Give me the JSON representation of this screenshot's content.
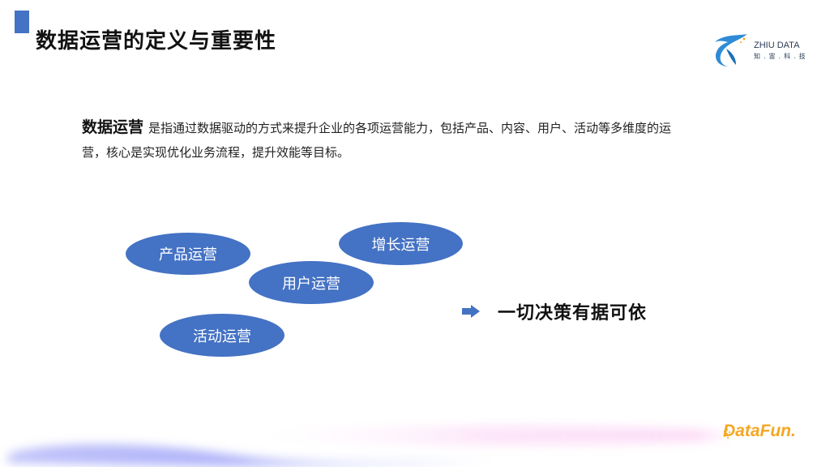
{
  "header": {
    "title": "数据运营的定义与重要性",
    "accent_color": "#4472c4"
  },
  "logo": {
    "name": "ZHIU DATA",
    "subtitle": "知.宙.科.技",
    "icon": "zhiu-logo-icon"
  },
  "intro": {
    "keyword": "数据运营",
    "text": "是指通过数据驱动的方式来提升企业的各项运营能力，包括产品、内容、用户、活动等多维度的运营，核心是实现优化业务流程，提升效能等目标。"
  },
  "diagram": {
    "items": [
      {
        "label": "产品运营"
      },
      {
        "label": "增长运营"
      },
      {
        "label": "用户运营"
      },
      {
        "label": "活动运营"
      }
    ],
    "fill_color": "#4472c4"
  },
  "conclusion": {
    "icon": "arrow-right-icon",
    "text": "一切决策有据可依"
  },
  "footer": {
    "brand": "DataFun."
  }
}
